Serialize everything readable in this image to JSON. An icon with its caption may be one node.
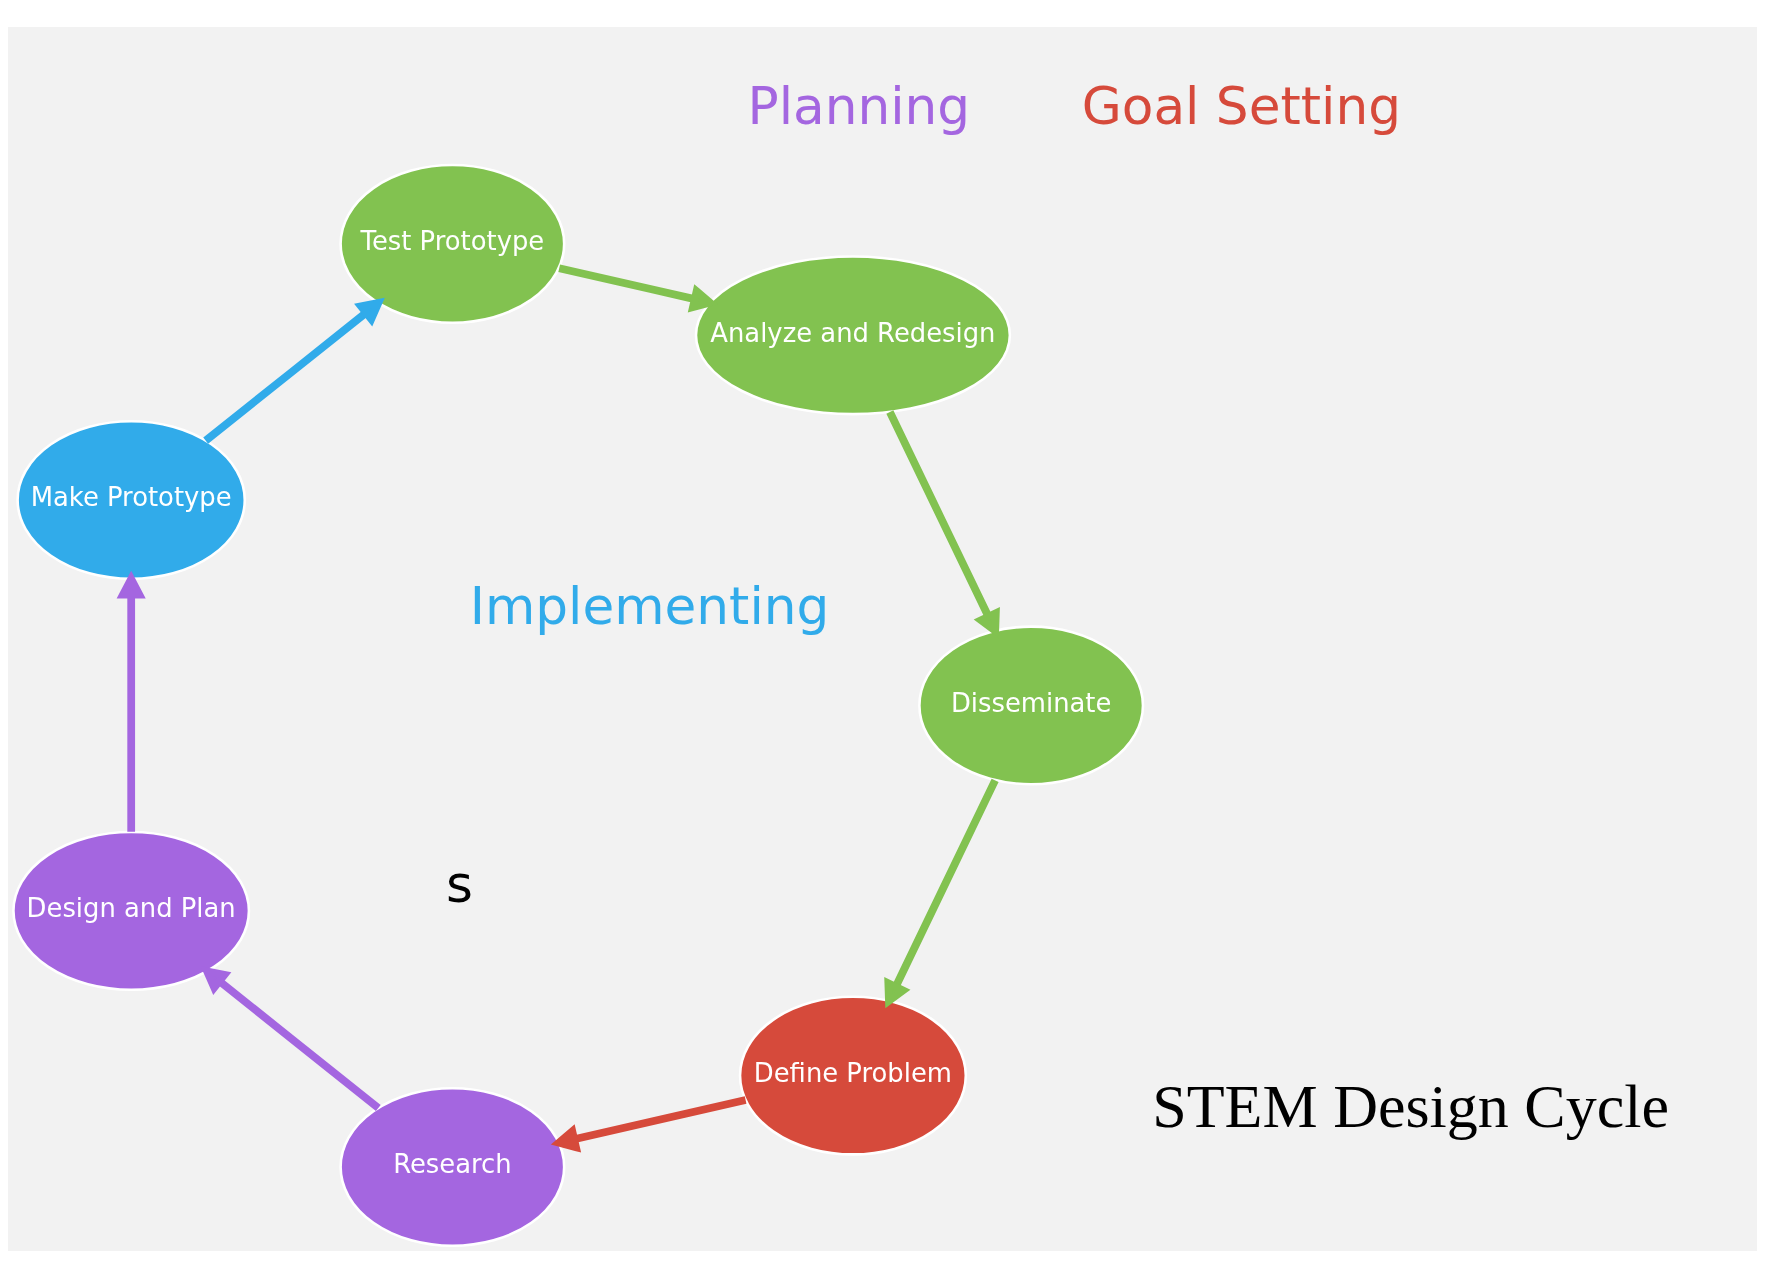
{
  "diagram": {
    "nodes": [
      {
        "text": [
          "Define Problem"
        ]
      },
      {
        "text": [
          "Research"
        ]
      },
      {
        "text": [
          "Design and Plan"
        ]
      },
      {
        "text": [
          "Make Prototype"
        ]
      },
      {
        "text": [
          "Test Prototype"
        ]
      },
      {
        "text": [
          "Analyze and Redesign"
        ]
      },
      {
        "text": [
          "Disseminate"
        ]
      }
    ],
    "edges": [
      {
        "from": 0,
        "to": 1,
        "arrow": "to",
        "color": "#d64a3b"
      },
      {
        "from": 1,
        "to": 2,
        "arrow": "to",
        "color": "#a466e0"
      },
      {
        "from": 2,
        "to": 3,
        "arrow": "to",
        "color": "#a466e0"
      },
      {
        "from": 3,
        "to": 4,
        "arrow": "to",
        "color": "#31abea"
      },
      {
        "from": 4,
        "to": 5,
        "arrow": "to"
      },
      {
        "from": 5,
        "to": 6,
        "arrow": "to"
      },
      {
        "from": 6,
        "to": 0,
        "arrow": "to"
      }
    ],
    "labels": [
      "s",
      "Goal Setting",
      "STEM Design Cycle",
      "Planning",
      "Implementing"
    ]
  }
}
